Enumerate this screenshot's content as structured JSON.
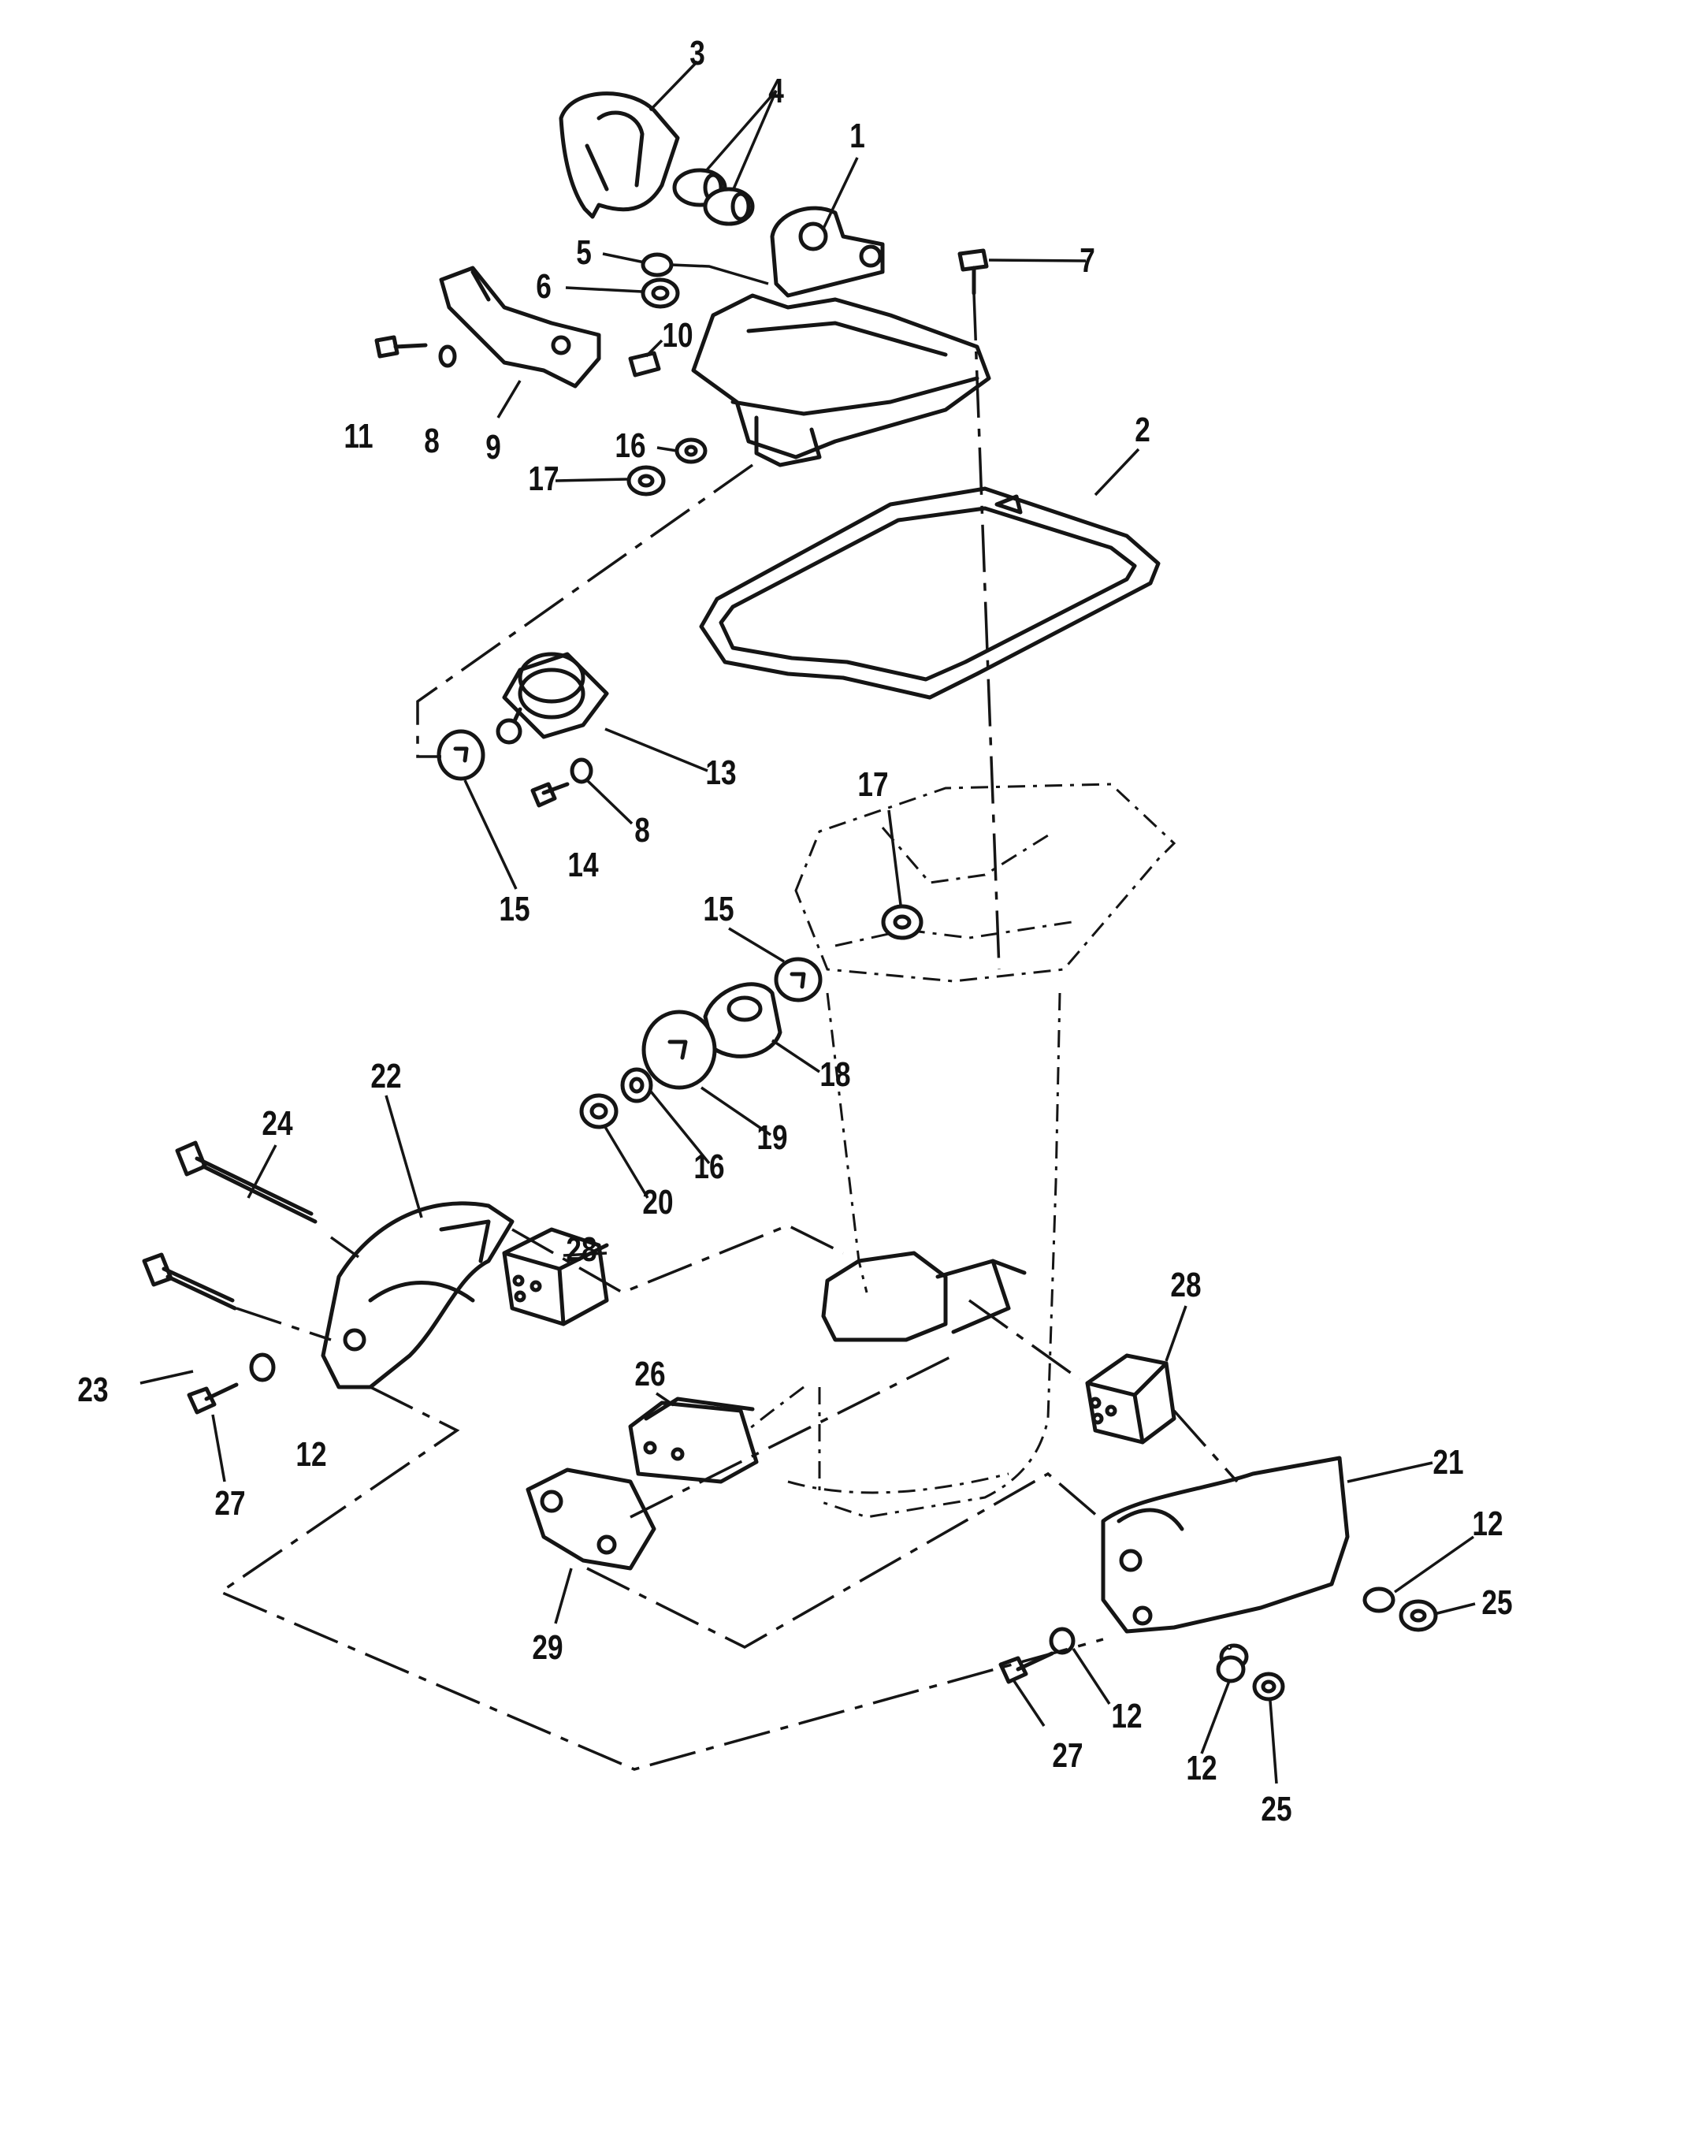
{
  "diagram": {
    "type": "exploded-parts-view",
    "callouts": [
      {
        "id": "c1",
        "label": "1"
      },
      {
        "id": "c2",
        "label": "2"
      },
      {
        "id": "c3",
        "label": "3"
      },
      {
        "id": "c4",
        "label": "4"
      },
      {
        "id": "c5",
        "label": "5"
      },
      {
        "id": "c6",
        "label": "6"
      },
      {
        "id": "c7",
        "label": "7"
      },
      {
        "id": "c8a",
        "label": "8"
      },
      {
        "id": "c8b",
        "label": "8"
      },
      {
        "id": "c9",
        "label": "9"
      },
      {
        "id": "c10",
        "label": "10"
      },
      {
        "id": "c11",
        "label": "11"
      },
      {
        "id": "c12a",
        "label": "12"
      },
      {
        "id": "c12b",
        "label": "12"
      },
      {
        "id": "c12c",
        "label": "12"
      },
      {
        "id": "c12d",
        "label": "12"
      },
      {
        "id": "c13",
        "label": "13"
      },
      {
        "id": "c14",
        "label": "14"
      },
      {
        "id": "c15a",
        "label": "15"
      },
      {
        "id": "c15b",
        "label": "15"
      },
      {
        "id": "c16a",
        "label": "16"
      },
      {
        "id": "c16b",
        "label": "16"
      },
      {
        "id": "c17a",
        "label": "17"
      },
      {
        "id": "c17b",
        "label": "17"
      },
      {
        "id": "c18",
        "label": "18"
      },
      {
        "id": "c19",
        "label": "19"
      },
      {
        "id": "c20",
        "label": "20"
      },
      {
        "id": "c21",
        "label": "21"
      },
      {
        "id": "c22",
        "label": "22"
      },
      {
        "id": "c23",
        "label": "23"
      },
      {
        "id": "c24",
        "label": "24"
      },
      {
        "id": "c25a",
        "label": "25"
      },
      {
        "id": "c25b",
        "label": "25"
      },
      {
        "id": "c26",
        "label": "26"
      },
      {
        "id": "c27a",
        "label": "27"
      },
      {
        "id": "c27b",
        "label": "27"
      },
      {
        "id": "c28a",
        "label": "28"
      },
      {
        "id": "c28b",
        "label": "28"
      },
      {
        "id": "c29",
        "label": "29"
      }
    ]
  }
}
